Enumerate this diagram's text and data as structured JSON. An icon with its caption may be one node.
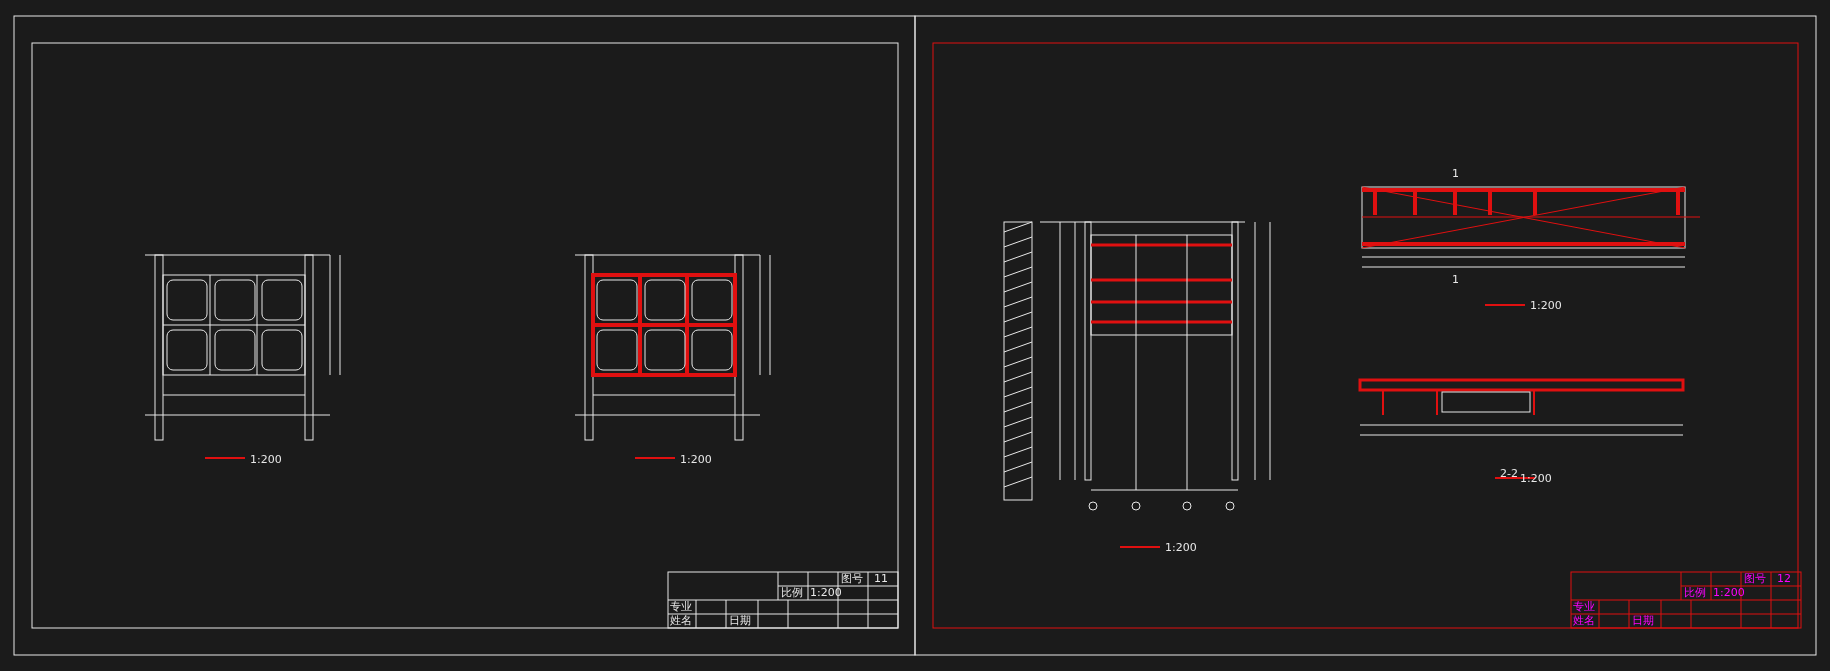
{
  "diagram": {
    "labels": [
      "1:200",
      "1:200",
      "图号",
      "11",
      "比例",
      "1:200",
      "专业",
      "姓名",
      "日期",
      "1",
      "1",
      "1:200",
      "2-2",
      "1:200",
      "1:200",
      "图号",
      "12",
      "比例",
      "1:200",
      "专业",
      "姓名",
      "日期"
    ]
  }
}
